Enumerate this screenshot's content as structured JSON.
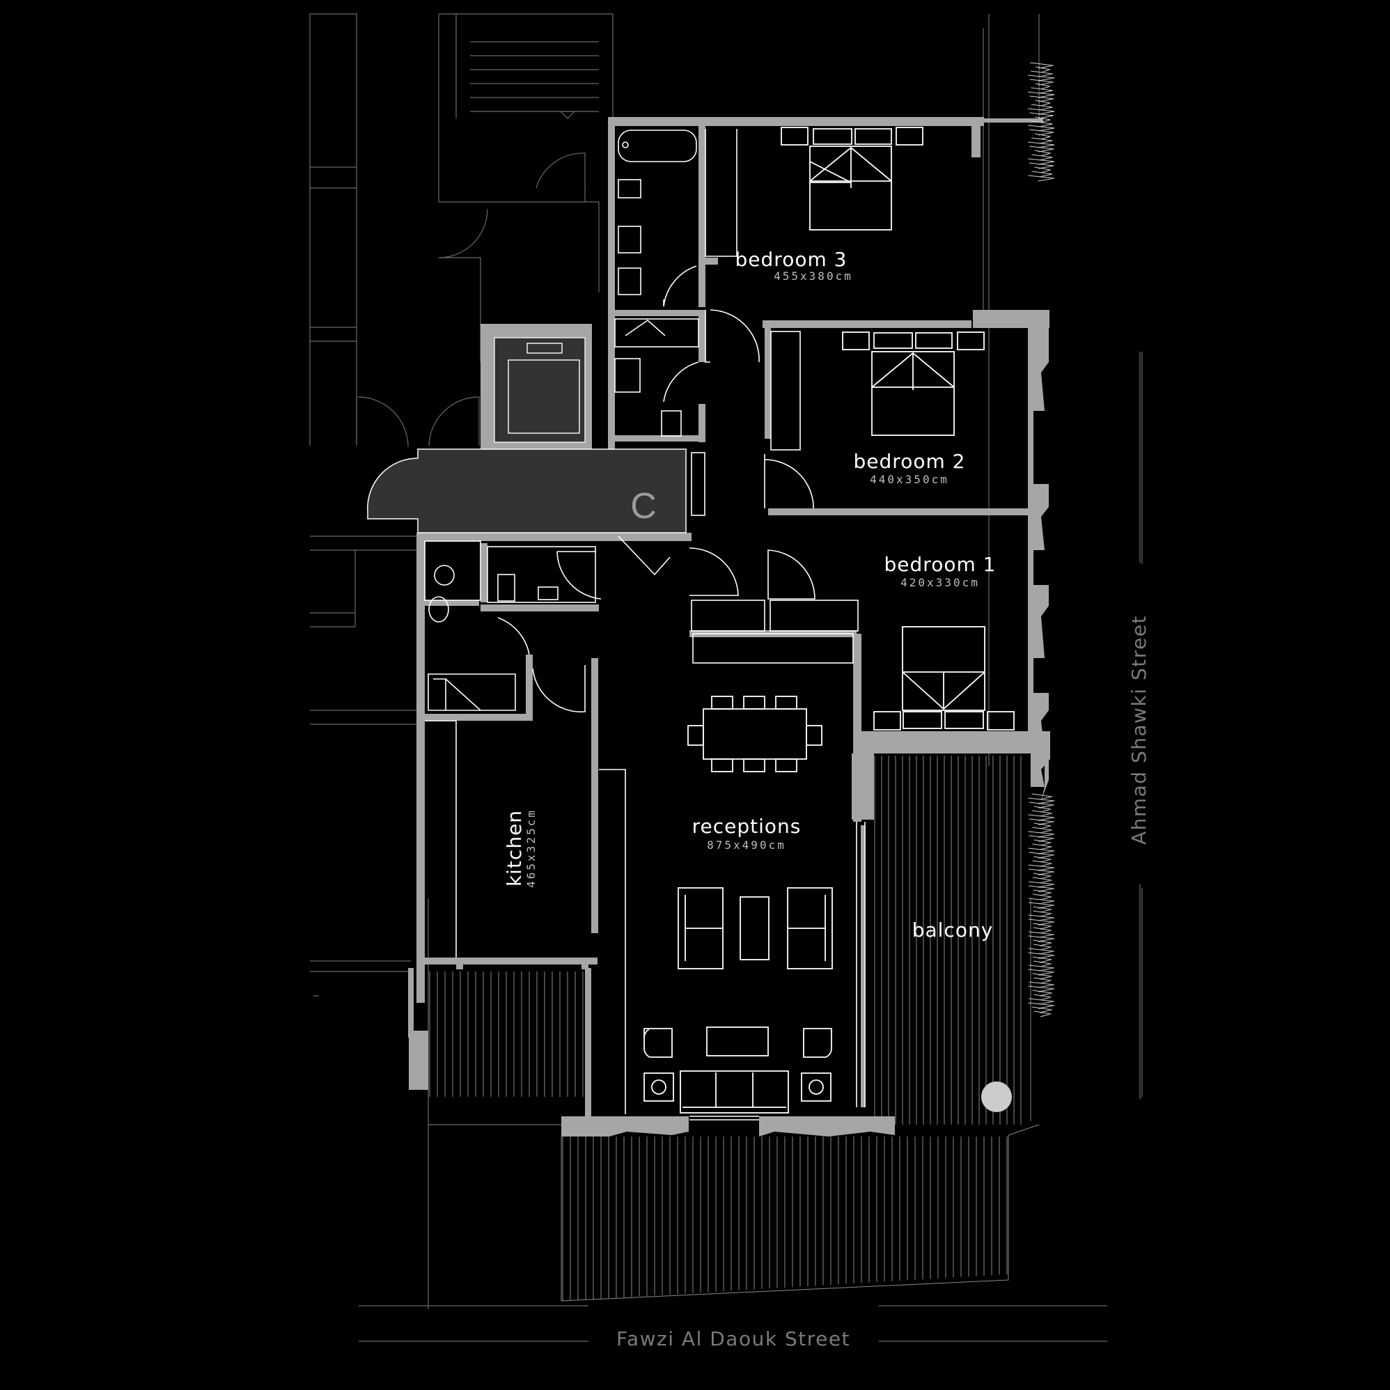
{
  "rooms": {
    "bedroom3": {
      "name": "bedroom 3",
      "dims": "455x380cm"
    },
    "bedroom2": {
      "name": "bedroom 2",
      "dims": "440x350cm"
    },
    "bedroom1": {
      "name": "bedroom 1",
      "dims": "420x330cm"
    },
    "receptions": {
      "name": "receptions",
      "dims": "875x490cm"
    },
    "kitchen": {
      "name": "kitchen",
      "dims": "465x325cm"
    },
    "balcony": {
      "name": "balcony"
    }
  },
  "core": {
    "label": "C"
  },
  "streets": {
    "east": "Ahmad Shawki Street",
    "south": "Fawzi Al Daouk Street"
  },
  "colors": {
    "background": "#000000",
    "walls": "#a6a6a6",
    "core_fill": "#333333",
    "lines": "#ffffff"
  }
}
